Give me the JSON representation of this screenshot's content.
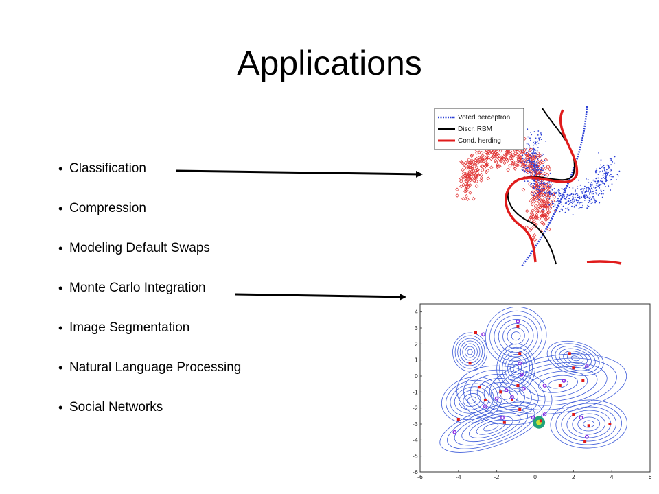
{
  "slide": {
    "title": "Applications",
    "bullets": [
      "Classification",
      "Compression",
      "Modeling Default Swaps",
      "Monte Carlo Integration",
      "Image Segmentation",
      "Natural Language Processing",
      "Social Networks"
    ]
  },
  "classification_plot": {
    "legend": [
      "Voted perceptron",
      "Discr. RBM",
      "Cond. herding"
    ],
    "colors": {
      "voted_perceptron": "#2a3fd6",
      "discr_rbm": "#000000",
      "cond_herding": "#e01b1b",
      "points_a": "#e03030",
      "points_b": "#2a3fd6"
    }
  },
  "contour_plot": {
    "x_ticks": [
      "-6",
      "-4",
      "-2",
      "0",
      "2",
      "4",
      "6"
    ],
    "y_ticks": [
      "4",
      "3",
      "2",
      "1",
      "0",
      "-1",
      "-2",
      "-3",
      "-4",
      "-5",
      "-6"
    ],
    "colors": {
      "contour": "#3d5bd9",
      "square_marker": "#e01b1b",
      "circle_marker": "#8a2be2"
    }
  }
}
